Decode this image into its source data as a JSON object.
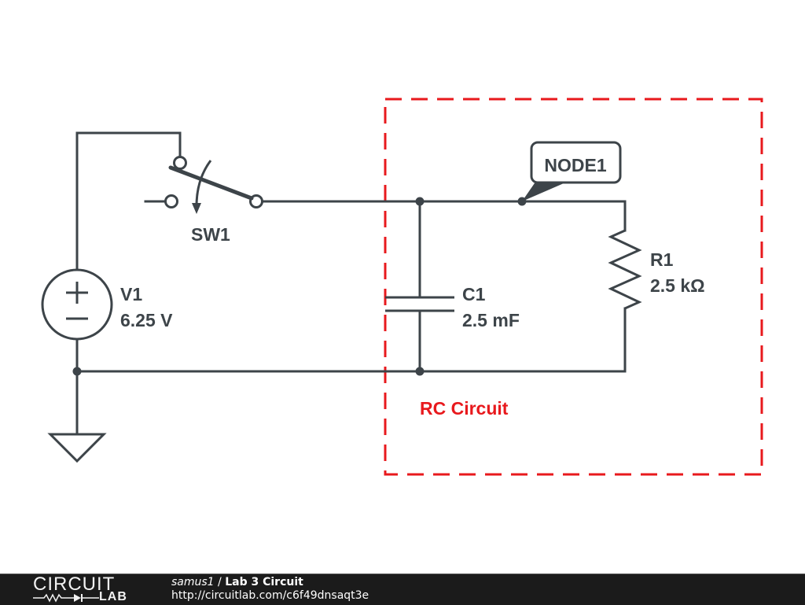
{
  "schematic": {
    "components": {
      "v1": {
        "name": "V1",
        "value": "6.25 V",
        "type": "voltage-source"
      },
      "sw1": {
        "name": "SW1",
        "type": "spdt-switch"
      },
      "c1": {
        "name": "C1",
        "value": "2.5 mF",
        "type": "capacitor"
      },
      "r1": {
        "name": "R1",
        "value": "2.5 kΩ",
        "type": "resistor"
      }
    },
    "node_label": "NODE1",
    "group_label": "RC Circuit",
    "colors": {
      "wire": "#3d4449",
      "group_box": "#e8191d"
    }
  },
  "footer": {
    "logo_top": "CIRCUIT",
    "logo_bottom": "LAB",
    "user": "samus1",
    "separator": " / ",
    "title": "Lab 3 Circuit",
    "url": "http://circuitlab.com/c6f49dnsaqt3e"
  }
}
